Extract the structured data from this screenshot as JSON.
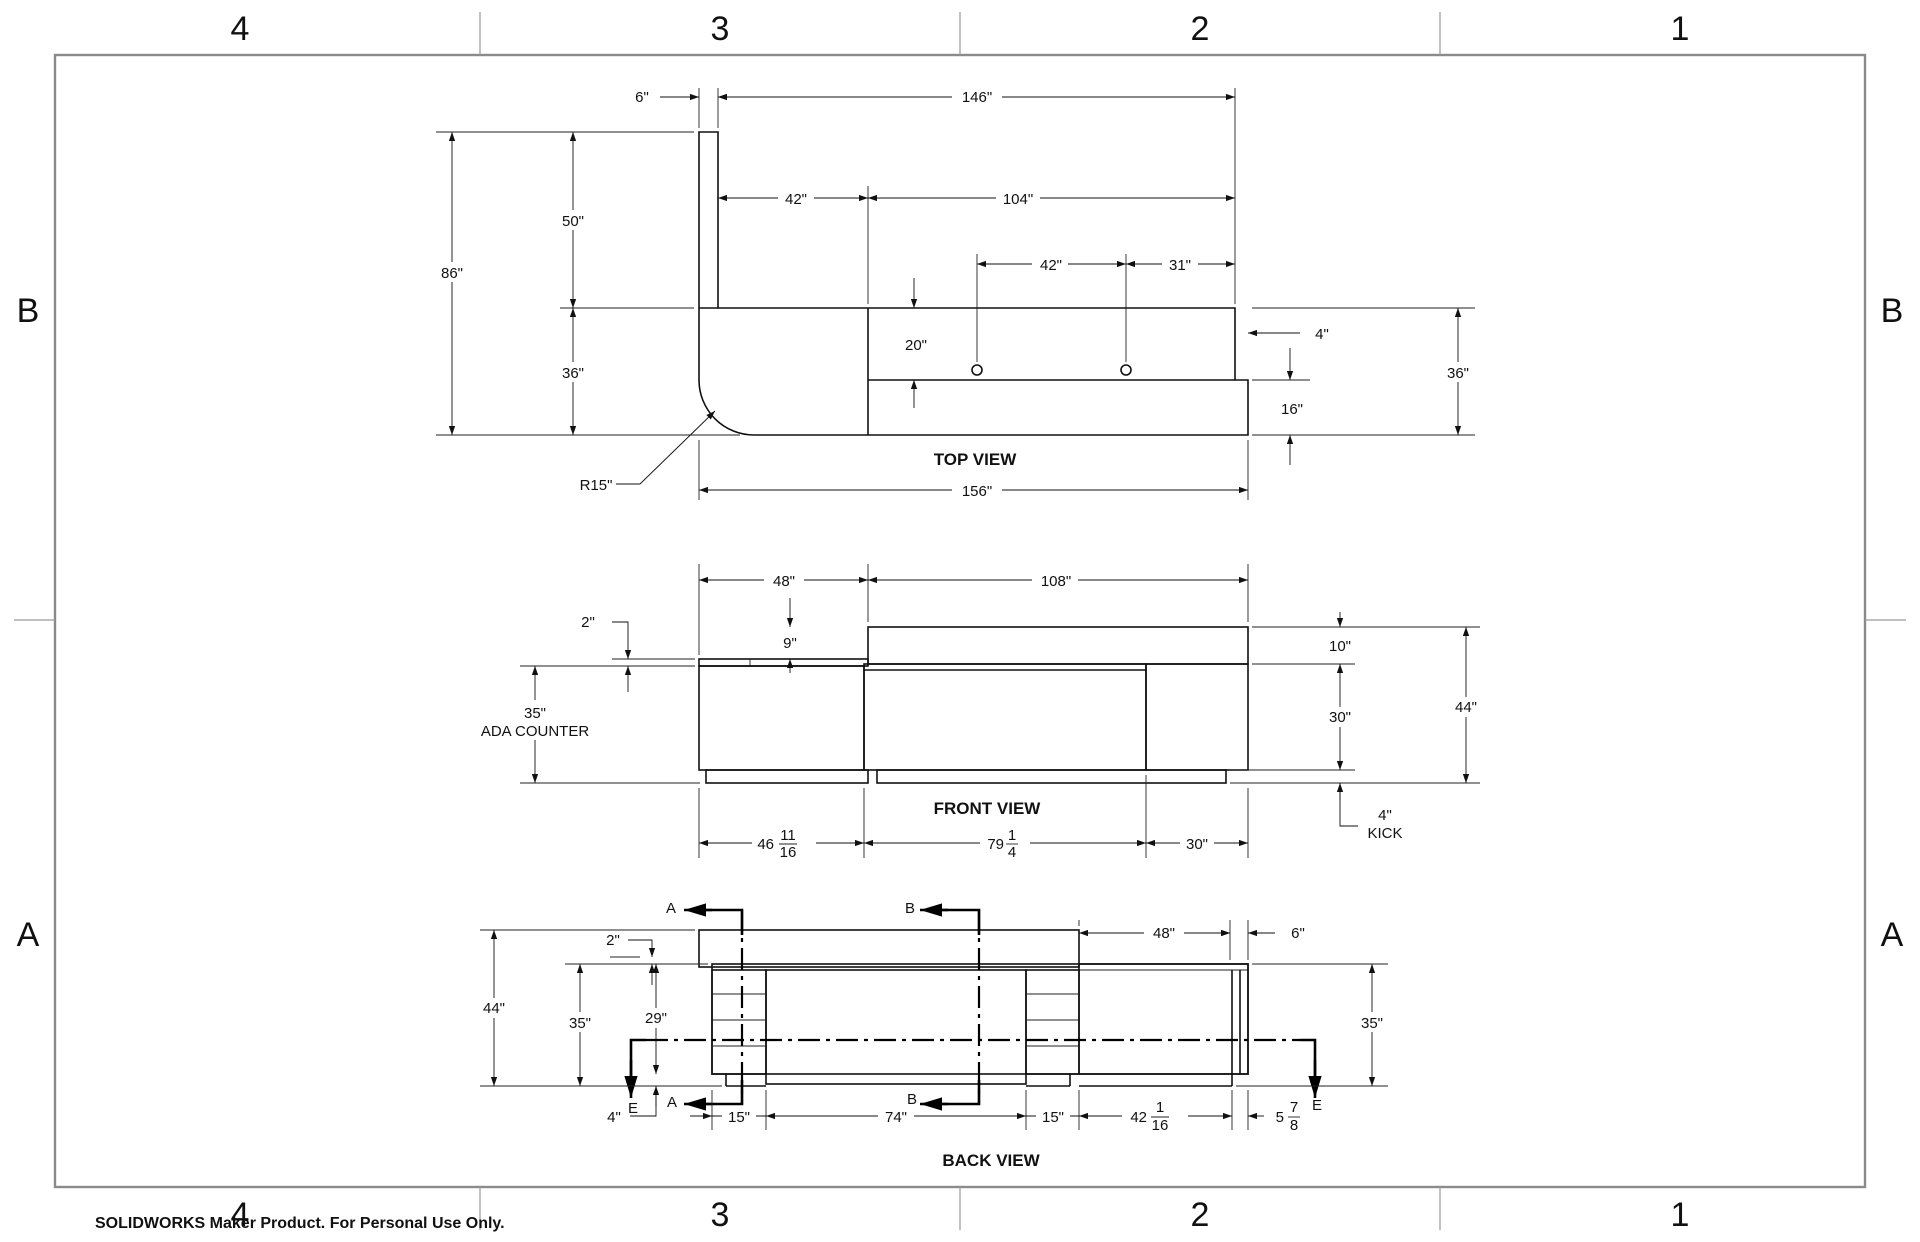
{
  "zones": {
    "top": [
      "4",
      "3",
      "2",
      "1"
    ],
    "bottom": [
      "4",
      "3",
      "2",
      "1"
    ],
    "left": [
      "B",
      "A"
    ],
    "right": [
      "B",
      "A"
    ]
  },
  "views": {
    "top": "TOP VIEW",
    "front": "FRONT VIEW",
    "back": "BACK VIEW"
  },
  "top_view": {
    "d_6": "6\"",
    "d_146": "146\"",
    "d_42a": "42\"",
    "d_104": "104\"",
    "d_42b": "42\"",
    "d_31": "31\"",
    "d_86": "86\"",
    "d_50": "50\"",
    "d_36l": "36\"",
    "d_20": "20\"",
    "d_4": "4\"",
    "d_36r": "36\"",
    "d_16": "16\"",
    "d_r15": "R15\"",
    "d_156": "156\""
  },
  "front_view": {
    "d_48": "48\"",
    "d_108": "108\"",
    "d_2": "2\"",
    "d_9": "9\"",
    "d_35": "35\"",
    "ada": "ADA COUNTER",
    "d_10": "10\"",
    "d_30v": "30\"",
    "d_44": "44\"",
    "d_4kick": "4\"",
    "kick": "KICK",
    "d_46_whole": "46",
    "d_46_num": "11",
    "d_46_den": "16",
    "d_79_whole": "79",
    "d_79_num": "1",
    "d_79_den": "4",
    "d_30h": "30\""
  },
  "back_view": {
    "sec_a": "A",
    "sec_b": "B",
    "sec_e": "E",
    "d_48": "48\"",
    "d_6": "6\"",
    "d_44": "44\"",
    "d_2": "2\"",
    "d_35l": "35\"",
    "d_29": "29\"",
    "d_35r": "35\"",
    "d_4": "4\"",
    "d_15a": "15\"",
    "d_74": "74\"",
    "d_15b": "15\"",
    "d_42_whole": "42",
    "d_42_num": "1",
    "d_42_den": "16",
    "d_5_whole": "5",
    "d_5_num": "7",
    "d_5_den": "8"
  },
  "footer": "SOLIDWORKS Maker Product. For Personal Use Only."
}
